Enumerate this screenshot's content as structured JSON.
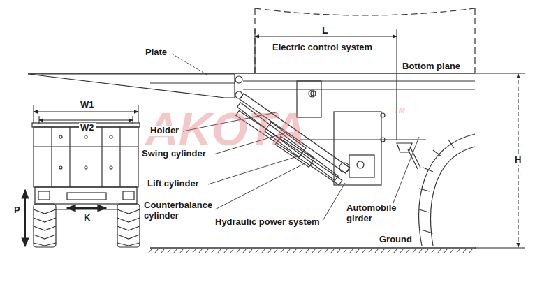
{
  "diagram": {
    "labels": [
      "AKOTA",
      "TM",
      "Plate",
      "Electric control system",
      "Bottom plane",
      "L",
      "W1",
      "W2",
      "Holder",
      "Swing cylinder",
      "Lift cylinder",
      "Counterbalance cylinder",
      "Hydraulic power system",
      "Automobile girder",
      "Ground",
      "H",
      "P",
      "K"
    ]
  }
}
